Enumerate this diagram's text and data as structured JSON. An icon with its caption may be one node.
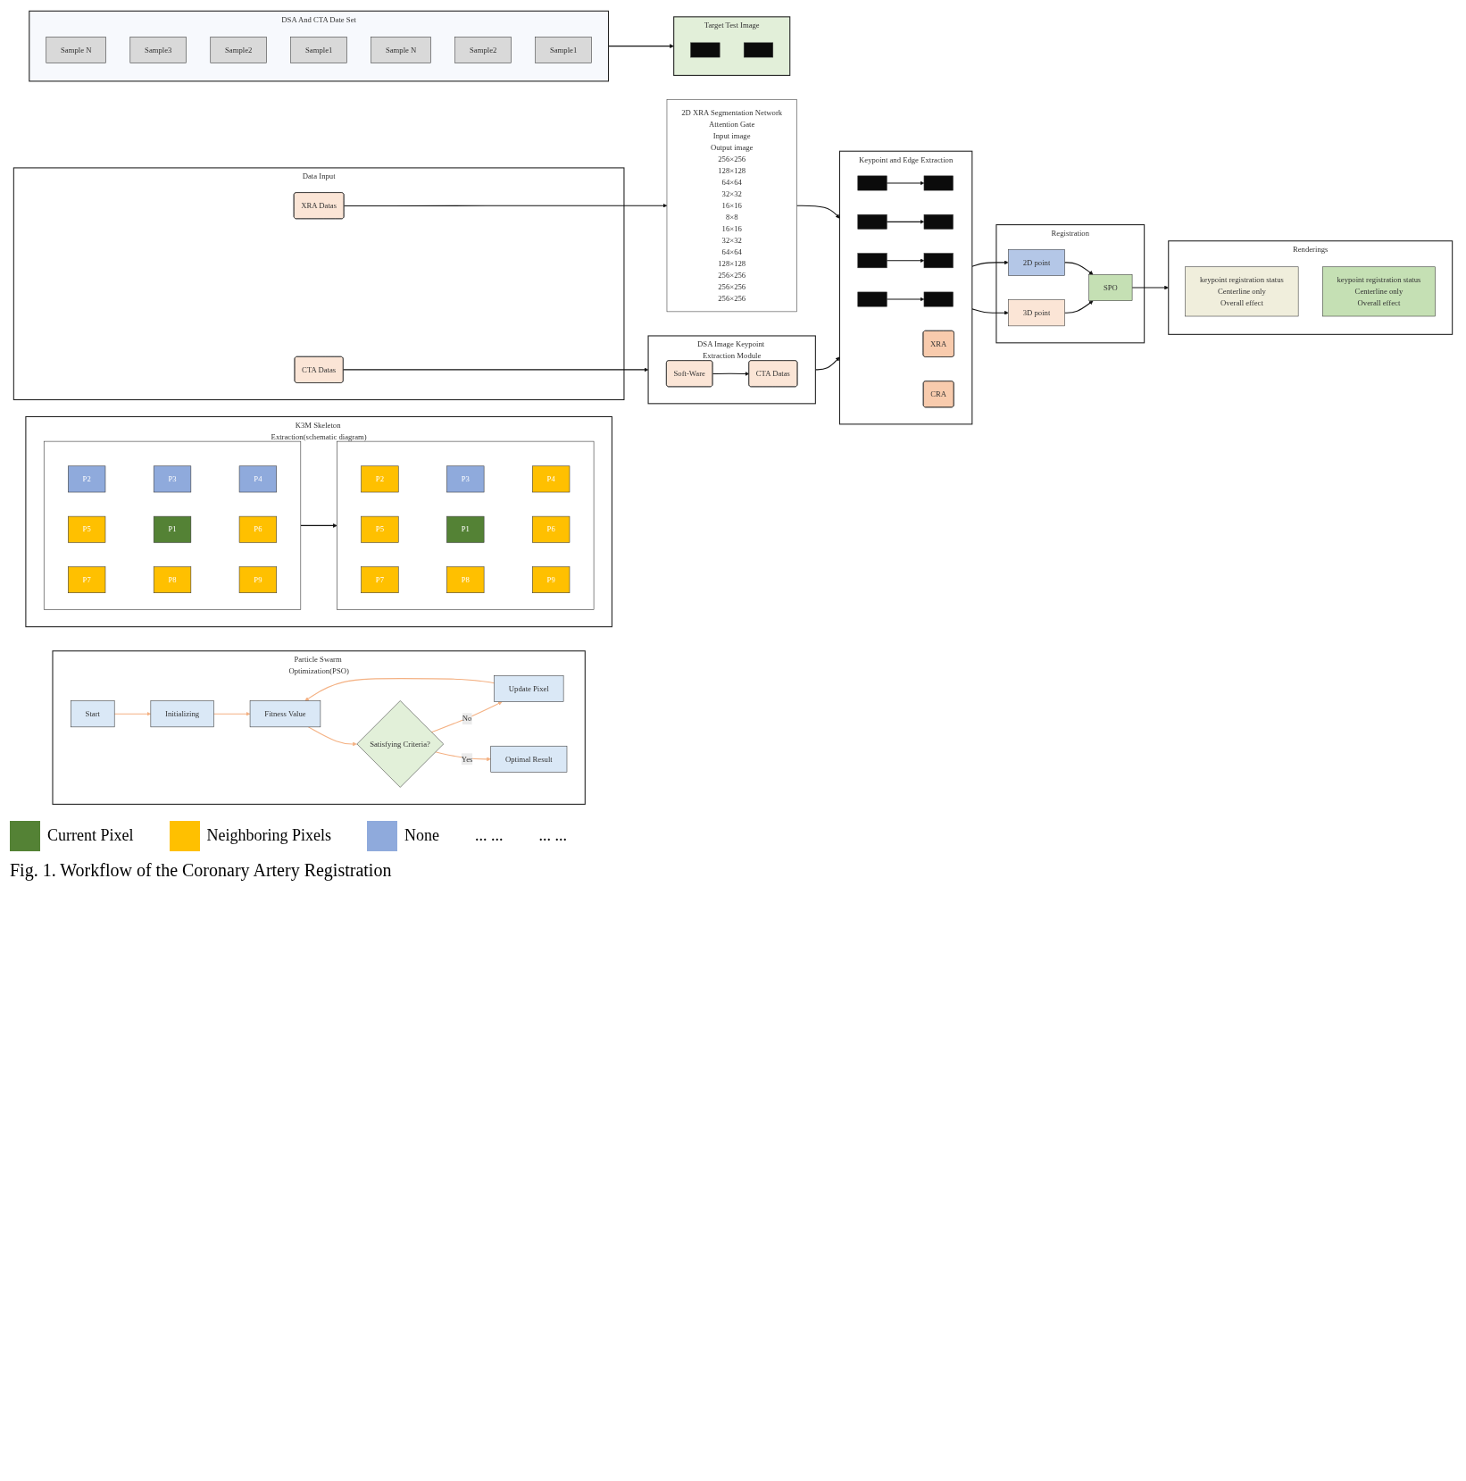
{
  "diagram": {
    "caption": "Fig. 1. Workflow of the Coronary Artery Registration",
    "nodes": [
      {
        "text": [
          "DSA And CTA Date Set"
        ]
      },
      {
        "text": [
          "Sample N"
        ],
        "in": 0
      },
      {
        "text": [
          "Sample3"
        ],
        "in": 0
      },
      {
        "text": [
          "Sample2"
        ],
        "in": 0
      },
      {
        "text": [
          "Sample1"
        ],
        "in": 0
      },
      {
        "text": [
          "Sample N"
        ],
        "in": 0
      },
      {
        "text": [
          "Sample2"
        ],
        "in": 0
      },
      {
        "text": [
          "Sample1"
        ],
        "in": 0
      },
      {
        "text": [
          "Target Test Image"
        ]
      },
      {
        "text": [],
        "shape": "box",
        "in": 8
      },
      {
        "text": [],
        "shape": "box",
        "in": 8
      },
      {
        "text": [
          "Data Input"
        ]
      },
      {
        "text": [
          "XRA Datas"
        ],
        "in": 11
      },
      {
        "text": [
          "CTA Datas"
        ],
        "in": 11
      },
      {
        "text": [
          "2D XRA Segmentation Network",
          "Attention Gate",
          "Input image",
          "Output image",
          "256×256",
          "128×128",
          "64×64",
          "32×32",
          "16×16",
          "8×8",
          "16×16",
          "32×32",
          "64×64",
          "128×128",
          "256×256",
          "256×256",
          "256×256"
        ]
      },
      {
        "text": [
          "DSA Image Keypoint Extraction Module"
        ]
      },
      {
        "text": [
          "Soft-Ware"
        ],
        "in": 15
      },
      {
        "text": [
          "CTA Datas"
        ],
        "in": 15
      },
      {
        "text": [
          "Keypoint and Edge Extraction"
        ]
      },
      {
        "text": [],
        "shape": "box",
        "in": 18
      },
      {
        "text": [],
        "shape": "box",
        "in": 18
      },
      {
        "text": [],
        "shape": "box",
        "in": 18
      },
      {
        "text": [],
        "shape": "box",
        "in": 18
      },
      {
        "text": [
          "XRA"
        ],
        "in": 18
      },
      {
        "text": [],
        "shape": "box",
        "in": 18
      },
      {
        "text": [],
        "shape": "box",
        "in": 18
      },
      {
        "text": [],
        "shape": "box",
        "in": 18
      },
      {
        "text": [],
        "shape": "box",
        "in": 18
      },
      {
        "text": [
          "CRA"
        ],
        "in": 18
      },
      {
        "text": [
          "Registration"
        ]
      },
      {
        "text": [
          "2D point"
        ],
        "in": 29
      },
      {
        "text": [
          "SPO"
        ],
        "in": 29
      },
      {
        "text": [
          "3D point"
        ],
        "in": 29
      },
      {
        "text": [
          "Renderings"
        ]
      },
      {
        "text": [
          "keypoint registration status",
          "Centerline only",
          "Overall effect"
        ],
        "in": 33
      },
      {
        "text": [
          "keypoint registration status",
          "Centerline only",
          "Overall effect"
        ],
        "in": 33
      },
      {
        "text": [
          "K3M Skeleton Extraction(schematic diagram)"
        ]
      },
      {
        "text": [],
        "shape": "box",
        "in": 36
      },
      {
        "text": [
          "P2"
        ],
        "in": 37
      },
      {
        "text": [
          "P3"
        ],
        "in": 37
      },
      {
        "text": [
          "P4"
        ],
        "in": 37
      },
      {
        "text": [
          "P5"
        ],
        "in": 37
      },
      {
        "text": [
          "P1"
        ],
        "in": 37
      },
      {
        "text": [
          "P6"
        ],
        "in": 37
      },
      {
        "text": [
          "P7"
        ],
        "in": 37
      },
      {
        "text": [
          "P8"
        ],
        "in": 37
      },
      {
        "text": [
          "P9"
        ],
        "in": 37
      },
      {
        "text": [],
        "shape": "box",
        "in": 36
      },
      {
        "text": [
          "P2"
        ],
        "in": 47
      },
      {
        "text": [
          "P3"
        ],
        "in": 47
      },
      {
        "text": [
          "P4"
        ],
        "in": 47
      },
      {
        "text": [
          "P5"
        ],
        "in": 47
      },
      {
        "text": [
          "P1"
        ],
        "in": 47
      },
      {
        "text": [
          "P6"
        ],
        "in": 47
      },
      {
        "text": [
          "P7"
        ],
        "in": 47
      },
      {
        "text": [
          "P8"
        ],
        "in": 47
      },
      {
        "text": [
          "P9"
        ],
        "in": 47
      },
      {
        "text": [
          "Particle Swarm Optimization(PSO)"
        ]
      },
      {
        "text": [
          "Start"
        ],
        "in": 57
      },
      {
        "text": [
          "Update Pixel"
        ],
        "in": 57
      },
      {
        "text": [
          "Initializing"
        ],
        "in": 57
      },
      {
        "text": [
          "Fitness Value"
        ],
        "in": 57
      },
      {
        "text": [
          "Satisfying Criteria?"
        ],
        "in": 57
      },
      {
        "text": [
          "Optimal Result"
        ],
        "in": 57
      }
    ],
    "edges": [
      {
        "from": 0,
        "to": 8,
        "arrow": "to"
      },
      {
        "from": 12,
        "to": 14,
        "arrow": "to"
      },
      {
        "from": 13,
        "to": 15,
        "arrow": "to"
      },
      {
        "from": 16,
        "to": 17,
        "arrow": "to"
      },
      {
        "from": 19,
        "to": 20,
        "arrow": "to"
      },
      {
        "from": 21,
        "to": 22,
        "arrow": "to"
      },
      {
        "from": 24,
        "to": 25,
        "arrow": "to"
      },
      {
        "from": 26,
        "to": 27,
        "arrow": "to"
      },
      {
        "from": 14,
        "to": 18,
        "arrow": "to"
      },
      {
        "from": 15,
        "to": 18,
        "arrow": "to"
      },
      {
        "from": 18,
        "to": 30,
        "arrow": "to"
      },
      {
        "from": 18,
        "to": 32,
        "arrow": "to"
      },
      {
        "from": 30,
        "to": 31,
        "arrow": "to"
      },
      {
        "from": 32,
        "to": 31,
        "arrow": "to"
      },
      {
        "from": 31,
        "to": 33,
        "arrow": "to"
      },
      {
        "from": 37,
        "to": 47,
        "arrow": "to"
      },
      {
        "from": 58,
        "to": 60,
        "arrow": "to",
        "color": "#f4b183"
      },
      {
        "from": 60,
        "to": 61,
        "arrow": "to",
        "color": "#f4b183"
      },
      {
        "from": 59,
        "to": 61,
        "arrow": "to",
        "color": "#f4b183"
      },
      {
        "from": 61,
        "to": 62,
        "arrow": "to",
        "color": "#f4b183"
      },
      {
        "from": 62,
        "to": 59,
        "label": "No",
        "arrow": "to",
        "color": "#f4b183"
      },
      {
        "from": 62,
        "to": 63,
        "label": "Yes",
        "arrow": "to",
        "color": "#f4b183"
      }
    ],
    "labels": [
      "... ...",
      "... ..."
    ],
    "legend": [
      {
        "text": "Current Pixel",
        "color": "#548235"
      },
      {
        "text": "Neighboring Pixels",
        "color": "#ffc000"
      },
      {
        "text": "None",
        "color": "#8faadc"
      }
    ]
  }
}
